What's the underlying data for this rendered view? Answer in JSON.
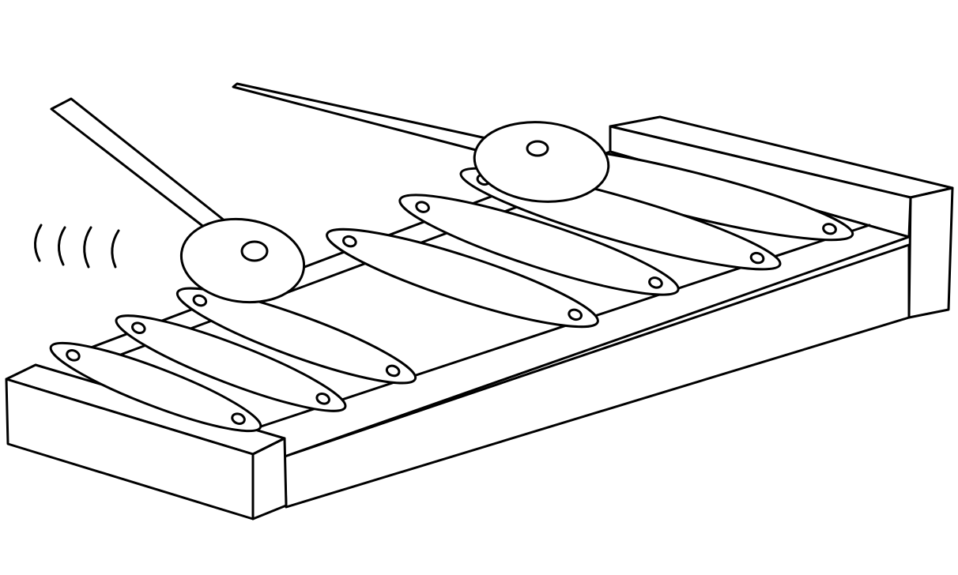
{
  "illustration": {
    "subject": "xylophone-coloring-page",
    "bar_count": 7,
    "mallet_count": 2,
    "colors": {
      "stroke": "#000000",
      "background": "#ffffff"
    }
  }
}
